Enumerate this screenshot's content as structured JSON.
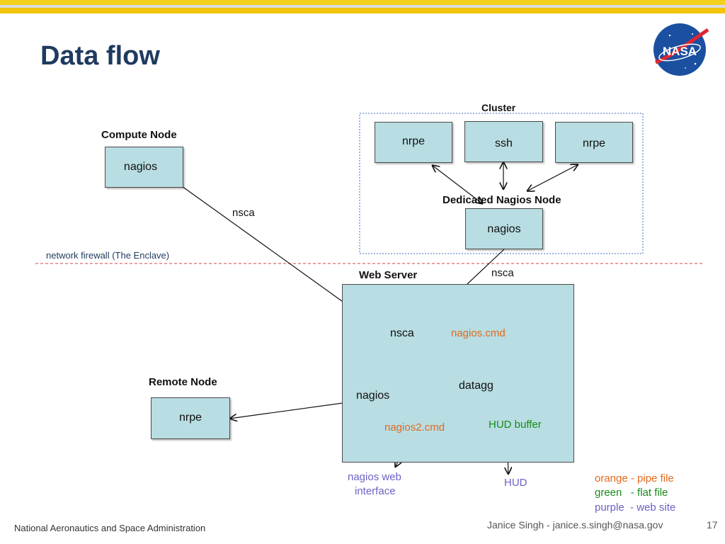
{
  "title": "Data flow",
  "logo_text": "NASA",
  "colors": {
    "pipe": "#e3691c",
    "flat": "#1a8a1a",
    "web": "#6b62c6",
    "box": "#b8dde2",
    "firewall": "#d94040"
  },
  "cluster": {
    "label": "Cluster",
    "nodes": [
      "nrpe",
      "ssh",
      "nrpe"
    ],
    "dedicated_label": "Dedicated Nagios Node",
    "dedicated_node": "nagios"
  },
  "compute_node": {
    "label": "Compute Node",
    "box": "nagios"
  },
  "remote_node": {
    "label": "Remote Node",
    "box": "nrpe"
  },
  "firewall_label": "network firewall (The Enclave)",
  "edge_labels": {
    "compute_nsca": "nsca",
    "dedicated_nsca": "nsca"
  },
  "web_server": {
    "label": "Web Server",
    "nsca": "nsca",
    "nagios_cmd": "nagios.cmd",
    "datagg": "datagg",
    "nagios": "nagios",
    "nagios2_cmd": "nagios2.cmd",
    "hud_buffer": "HUD buffer"
  },
  "outputs": {
    "web_line1": "nagios web",
    "web_line2": "interface",
    "hud": "HUD"
  },
  "legend": {
    "orange": "orange - pipe file",
    "green": "green   - flat file",
    "purple": "purple  - web site"
  },
  "footer": {
    "agency": "National Aeronautics and Space Administration",
    "author": "Janice Singh - janice.s.singh@nasa.gov",
    "page": "17"
  }
}
